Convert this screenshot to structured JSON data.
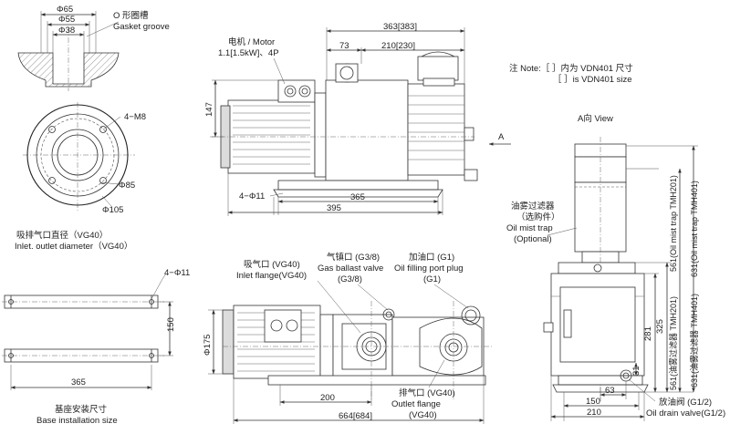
{
  "gasket": {
    "d65": "Φ65",
    "d55": "Φ55",
    "d38": "Φ38",
    "title_cn": "O 形圈槽",
    "title_en": "Gasket groove"
  },
  "inlet_flange_view": {
    "bolt_label": "4−M8",
    "d85": "Φ85",
    "d105": "Φ105",
    "caption_cn": "吸排气口直径（VG40）",
    "caption_en": "Inlet. outlet diameter（VG40）"
  },
  "base_view": {
    "holes": "4−Φ11",
    "width": "150",
    "length": "365",
    "caption_cn": "基座安装尺寸",
    "caption_en": "Base installation size"
  },
  "side_view": {
    "motor_cn": "电机 / Motor",
    "motor_spec": "1.1[1.5kW]、4P",
    "dim_363": "363[383]",
    "dim_73": "73",
    "dim_210": "210[230]",
    "dim_147": "147",
    "holes": "4−Φ11",
    "dim_365": "365",
    "dim_395": "395",
    "arrow_a": "A"
  },
  "note": {
    "line1": "注 Note:［ ］内为 VDN401 尺寸",
    "line2": "［ ］is VDN401 size"
  },
  "view_a": {
    "title": "A向 View",
    "mist_cn": "油雾过滤器",
    "mist_opt_cn": "（选购件）",
    "mist_en": "Oil mist trap",
    "mist_opt_en": "(Optional)",
    "dim_325": "325",
    "dim_281": "281",
    "dim_561": "561(油雾过滤器 TMH201)",
    "dim_561_en": "561(Oil mist trap TMH201)",
    "dim_631": "631(油雾过滤器 TMH401)",
    "dim_631_en": "631(Oil mist trap TMH401)",
    "dim_31": "31",
    "dim_63": "63",
    "dim_150": "150",
    "dim_210": "210",
    "drain_cn": "放油阀 (G1/2)",
    "drain_en": "Oil drain valve(G1/2)"
  },
  "top_view": {
    "inlet_cn": "吸气口 (VG40)",
    "inlet_en": "Inlet flange(VG40)",
    "gasballast_cn": "气镇口 (G3/8)",
    "gasballast_en": "Gas ballast valve",
    "gasballast_size": "(G3/8)",
    "oilfill_cn": "加油口 (G1)",
    "oilfill_en": "Oil filling port plug",
    "oilfill_size": "(G1)",
    "dim_175": "Φ175",
    "dim_200": "200",
    "outlet_cn": "排气口 (VG40)",
    "outlet_en": "Outlet flange",
    "outlet_size": "(VG40)",
    "dim_664": "664[684]"
  }
}
